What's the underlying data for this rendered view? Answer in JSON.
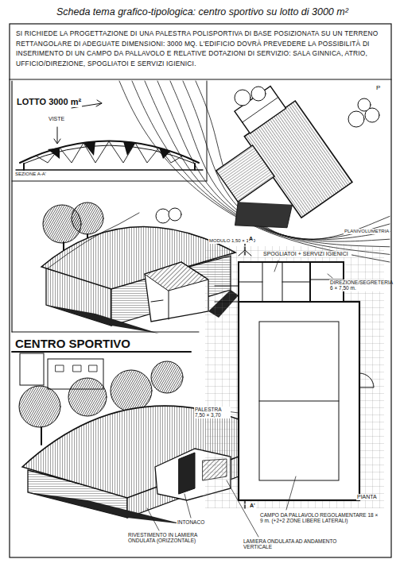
{
  "diagram": {
    "title": "Scheda tema grafico-tipologica: centro sportivo su lotto di 3000 m²",
    "nodes": [
      {
        "text": [
          "SI RICHIEDE LA PROGETTAZIONE DI UNA PALESTRA POLISPORTIVA DI BASE POSIZIONATA SU UN TERRENO RETTANGOLARE DI ADEGUATE DIMENSIONI: 3000 MQ. L'EDIFICIO DOVRÀ PREVEDERE LA POSSIBILITÀ DI INSERIMENTO DI UN CAMPO DA PALLAVOLO E RELATIVE DOTAZIONI DI SERVIZIO: SALA GINNICA, ATRIO, UFFICIO/DIREZIONE, SPOGLIATOI E SERVIZI IGIENICI."
        ]
      }
    ],
    "labels": [
      "LOTTO 3000 m²",
      "VISTE",
      "SEZIONE A-A'",
      "P",
      "PLANIVOLUMETRIA",
      "CENTRO SPORTIVO",
      "MODULO 1,50 × 1,50",
      "A",
      "SPOGLIATOI + SERVIZI IGIENICI",
      "DIREZIONE/SEGRETERIA 6 × 7,50 m.",
      "PALESTRA 7,50 × 3,70",
      "PIANTA",
      "A'",
      "CAMPO DA PALLAVOLO REGOLAMENTARE 18 × 9 m. (+2+2 ZONE LIBERE LATERALI)",
      "INTONACO",
      "RIVESTIMENTO IN LAMIERA ONDULATA (ORIZZONTALE)",
      "LAMIERA ONDULATA AD ANDAMENTO VERTICALE"
    ]
  }
}
